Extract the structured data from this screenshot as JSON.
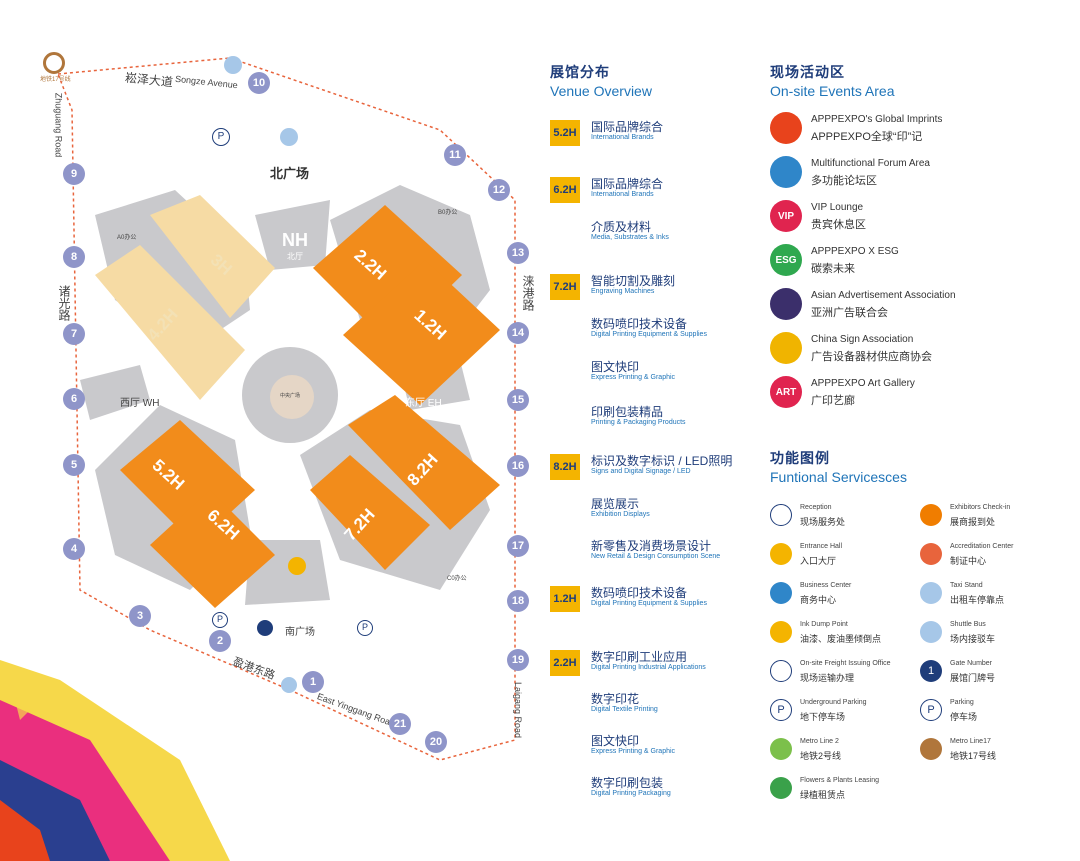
{
  "map": {
    "metro_logo_text": "地铁17号线",
    "roads": {
      "north_cn": "崧泽大道",
      "north_en": "Songze Avenue",
      "west_en": "Zhuguang Road",
      "west_cn": "诸光路",
      "east_cn": "涞港路",
      "east_en": "Laigang Road",
      "south_cn": "盈港东路",
      "south_en": "East Yinggang Road"
    },
    "plazas": {
      "north": "北广场",
      "south": "南广场",
      "center": "中央广场"
    },
    "halls": [
      {
        "id": "nh",
        "code": "NH",
        "cn": "北厅"
      },
      {
        "id": "wh",
        "label": "西厅 WH"
      },
      {
        "id": "eh",
        "label": "东厅 EH"
      },
      {
        "id": "h22",
        "label": "2.2H"
      },
      {
        "id": "h12",
        "label": "1.2H"
      },
      {
        "id": "h32",
        "label": "3H"
      },
      {
        "id": "h42",
        "label": "4.2H"
      },
      {
        "id": "h52",
        "label": "5.2H"
      },
      {
        "id": "h62",
        "label": "6.2H"
      },
      {
        "id": "h72",
        "label": "7.2H"
      },
      {
        "id": "h82",
        "label": "8.2H"
      }
    ],
    "offices": {
      "a0": "A0办公",
      "b0": "B0办公",
      "c0": "C0办公"
    },
    "gates": [
      "1",
      "2",
      "3",
      "4",
      "5",
      "6",
      "7",
      "8",
      "9",
      "10",
      "11",
      "12",
      "13",
      "14",
      "15",
      "16",
      "17",
      "18",
      "19",
      "20",
      "21"
    ]
  },
  "venue": {
    "title_cn": "展馆分布",
    "title_en": "Venue Overview",
    "rows": [
      {
        "badge": "5.2H",
        "cn": "国际品牌综合",
        "en": "International Brands"
      },
      {
        "badge": "6.2H",
        "cn": "国际品牌综合",
        "en": "International Brands"
      },
      {
        "badge": "",
        "cn": "介质及材料",
        "en": "Media, Substrates & Inks"
      },
      {
        "badge": "7.2H",
        "cn": "智能切割及雕刻",
        "en": "Engraving Machines"
      },
      {
        "badge": "",
        "cn": "数码喷印技术设备",
        "en": "Digital Printing Equipment & Supplies"
      },
      {
        "badge": "",
        "cn": "图文快印",
        "en": "Express Printing & Graphic"
      },
      {
        "badge": "",
        "cn": "印刷包装精品",
        "en": "Printing & Packaging Products"
      },
      {
        "badge": "8.2H",
        "cn": "标识及数字标识 / LED照明",
        "en": "Signs and Digital Signage / LED"
      },
      {
        "badge": "",
        "cn": "展览展示",
        "en": "Exhibition Displays"
      },
      {
        "badge": "",
        "cn": "新零售及消费场景设计",
        "en": "New Retail & Design Consumption Scene"
      },
      {
        "badge": "1.2H",
        "cn": "数码喷印技术设备",
        "en": "Digital Printing Equipment & Supplies"
      },
      {
        "badge": "2.2H",
        "cn": "数字印刷工业应用",
        "en": "Digital Printing Industrial Applications"
      },
      {
        "badge": "",
        "cn": "数字印花",
        "en": "Digital Textile Printing"
      },
      {
        "badge": "",
        "cn": "图文快印",
        "en": "Express Printing & Graphic"
      },
      {
        "badge": "",
        "cn": "数字印刷包装",
        "en": "Digital Printing Packaging"
      }
    ]
  },
  "events": {
    "title_cn": "现场活动区",
    "title_en": "On-site Events Area",
    "rows": [
      {
        "icon": "imprint-icon",
        "color": "#e8431c",
        "glyph": "",
        "en": "APPPEXPO's Global Imprints",
        "cn": "APPPEXPO全球“印”记"
      },
      {
        "icon": "forum-icon",
        "color": "#2f86c9",
        "glyph": "",
        "en": "Multifunctional Forum Area",
        "cn": "多功能论坛区"
      },
      {
        "icon": "vip-icon",
        "color": "#e0244f",
        "glyph": "VIP",
        "en": "VIP Lounge",
        "cn": "贵宾休息区"
      },
      {
        "icon": "esg-icon",
        "color": "#2fa84f",
        "glyph": "ESG",
        "en": "APPPEXPO X ESG",
        "cn": "碳索未来"
      },
      {
        "icon": "asia-ad-icon",
        "color": "#3b2f6b",
        "glyph": "",
        "en": "Asian Advertisement Association",
        "cn": "亚洲广告联合会"
      },
      {
        "icon": "sign-association-icon",
        "color": "#f0b400",
        "glyph": "",
        "en": "China Sign Association",
        "cn": "广告设备器材供应商协会"
      },
      {
        "icon": "art-icon",
        "color": "#e0244f",
        "glyph": "ART",
        "en": "APPPEXPO Art Gallery",
        "cn": "广印艺廊"
      }
    ]
  },
  "legend": {
    "title_cn": "功能图例",
    "title_en": "Funtional Servicesces",
    "items": [
      {
        "icon": "reception-icon",
        "color": "#ffffff",
        "en": "Reception",
        "cn": "现场服务处"
      },
      {
        "icon": "checkin-icon",
        "color": "#f07d00",
        "en": "Exhibitors Check-in",
        "cn": "展商报到处"
      },
      {
        "icon": "entrance-hall-icon",
        "color": "#f4b400",
        "en": "Entrance Hall",
        "cn": "入口大厅"
      },
      {
        "icon": "accreditation-icon",
        "color": "#e8643c",
        "en": "Accreditation Center",
        "cn": "制证中心"
      },
      {
        "icon": "business-center-icon",
        "color": "#2f86c9",
        "en": "Business Center",
        "cn": "商务中心"
      },
      {
        "icon": "taxi-icon",
        "color": "#a6c7e8",
        "en": "Taxi Stand",
        "cn": "出租车停靠点"
      },
      {
        "icon": "ink-dump-icon",
        "color": "#f4b400",
        "en": "Ink Dump Point",
        "cn": "油漆、废油墨倾倒点"
      },
      {
        "icon": "shuttle-bus-icon",
        "color": "#a6c7e8",
        "en": "Shuttle Bus",
        "cn": "场内接驳车"
      },
      {
        "icon": "freight-icon",
        "color": "#ffffff",
        "en": "On-site Freight Issuing Office",
        "cn": "现场运输办理"
      },
      {
        "icon": "gate-number-icon",
        "color": "#1f3d7a",
        "glyph": "1",
        "en": "Gate Number",
        "cn": "展馆门牌号"
      },
      {
        "icon": "underground-parking-icon",
        "color": "#ffffff",
        "glyph": "P",
        "en": "Underground Parking",
        "cn": "地下停车场"
      },
      {
        "icon": "parking-icon",
        "color": "#ffffff",
        "glyph": "P",
        "en": "Parking",
        "cn": "停车场"
      },
      {
        "icon": "metro-2-icon",
        "color": "#7cc04b",
        "en": "Metro Line 2",
        "cn": "地铁2号线"
      },
      {
        "icon": "metro-17-icon",
        "color": "#b0763b",
        "en": "Metro Line17",
        "cn": "地铁17号线"
      },
      {
        "icon": "plants-icon",
        "color": "#3aa14a",
        "en": "Flowers & Plants Leasing",
        "cn": "绿植租赁点"
      }
    ]
  }
}
